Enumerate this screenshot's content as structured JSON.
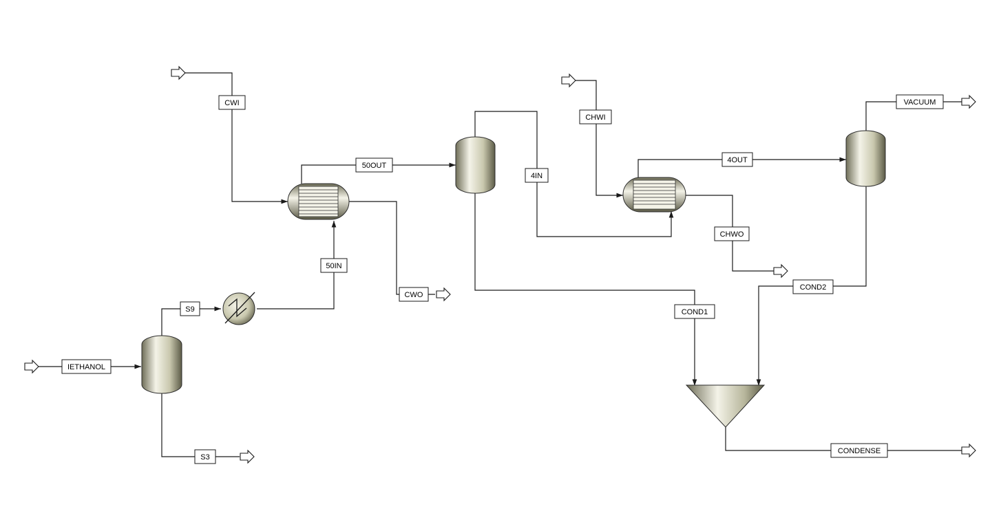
{
  "flowsheet": {
    "streams": {
      "iethanol": "IETHANOL",
      "s9": "S9",
      "s3": "S3",
      "s50in": "50IN",
      "cwi": "CWI",
      "s50out": "50OUT",
      "cwo": "CWO",
      "s4in": "4IN",
      "chwi": "CHWI",
      "s4out": "4OUT",
      "chwo": "CHWO",
      "vacuum": "VACUUM",
      "cond1": "COND1",
      "cond2": "COND2",
      "condense": "CONDENSE"
    },
    "colors": {
      "line": "#1a1a1a",
      "equipment_light": "#f4f3e8",
      "equipment_mid": "#c9c8ae",
      "equipment_dark": "#6f6e58"
    }
  }
}
